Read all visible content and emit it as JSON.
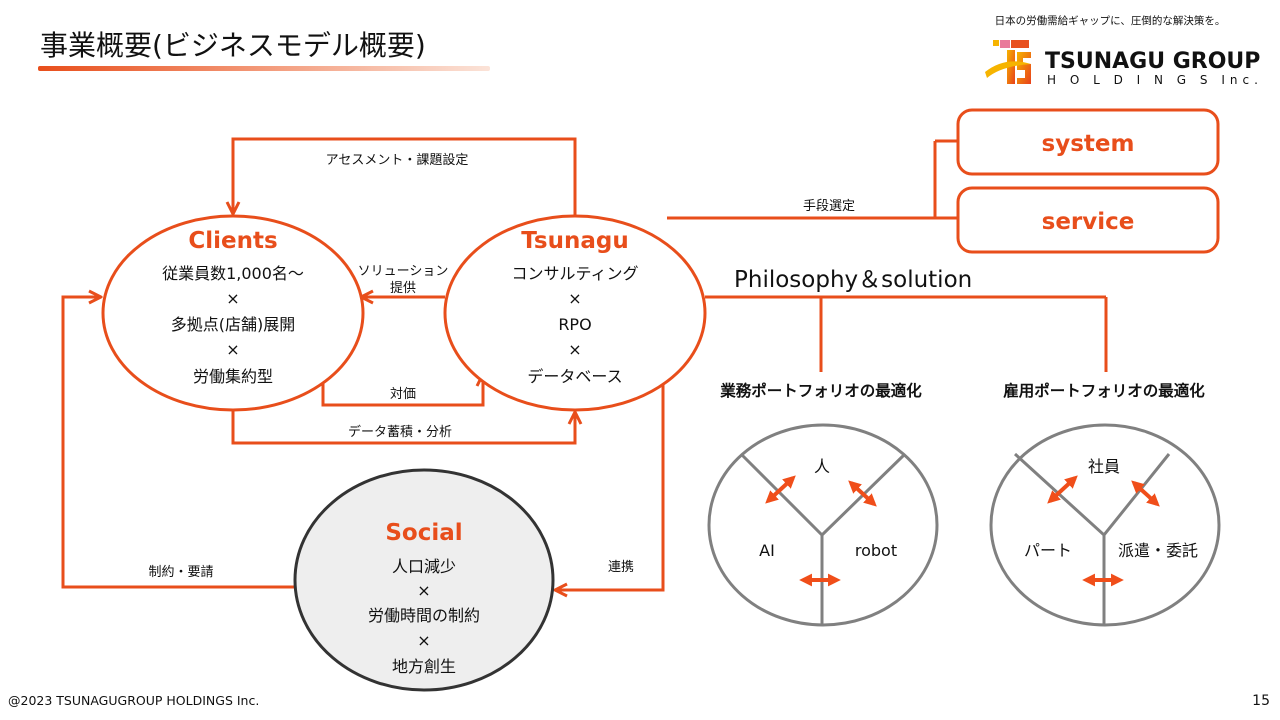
{
  "title": "事業概要(ビジネスモデル概要)",
  "logo": {
    "tagline": "日本の労働需給ギャップに、圧倒的な解決策を。",
    "name": "TSUNAGU GROUP",
    "sub": "H O L D I N G S  Inc."
  },
  "colors": {
    "accent": "#E84E1B",
    "gray": "#808080",
    "social_fill": "#EEEEEE"
  },
  "clients": {
    "heading": "Clients",
    "lines": [
      "従業員数1,000名～",
      "×",
      "多拠点(店舗)展開",
      "×",
      "労働集約型"
    ]
  },
  "tsunagu": {
    "heading": "Tsunagu",
    "lines": [
      "コンサルティング",
      "×",
      "RPO",
      "×",
      "データベース"
    ]
  },
  "social": {
    "heading": "Social",
    "lines": [
      "人口減少",
      "×",
      "労働時間の制約",
      "×",
      "地方創生"
    ]
  },
  "flows": {
    "assessment": "アセスメント・課題設定",
    "solution_1": "ソリューション",
    "solution_2": "提供",
    "payment": "対価",
    "data": "データ蓄積・分析",
    "link": "連携",
    "constraint": "制約・要請",
    "means": "手段選定"
  },
  "means": {
    "system": "system",
    "service": "service"
  },
  "philosophy": "Philosophy＆solution",
  "portfolios": [
    {
      "title": "業務ポートフォリオの最適化",
      "top": "人",
      "left": "AI",
      "right": "robot"
    },
    {
      "title": "雇用ポートフォリオの最適化",
      "top": "社員",
      "left": "パート",
      "right": "派遣・委託"
    }
  ],
  "footer": {
    "copyright": "@2023 TSUNAGUGROUP   HOLDINGS   Inc.",
    "page": "15"
  }
}
